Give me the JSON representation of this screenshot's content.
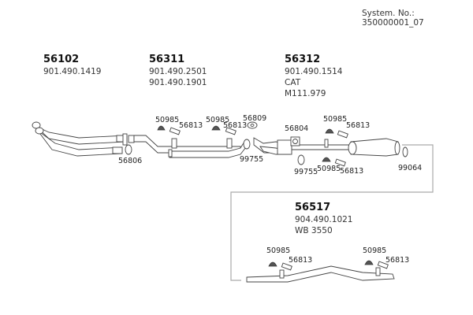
{
  "header": {
    "system_no": "System. No.: 350000001_07"
  },
  "groups": [
    {
      "part_no": "56102",
      "lines": [
        "901.490.1419"
      ]
    },
    {
      "part_no": "56311",
      "lines": [
        "901.490.2501",
        "901.490.1901"
      ]
    },
    {
      "part_no": "56312",
      "lines": [
        "901.490.1514",
        "CAT",
        "M111.979"
      ]
    },
    {
      "part_no": "56517",
      "lines": [
        "904.490.1021",
        "WB 3550"
      ]
    }
  ],
  "labels": {
    "l56806": "56806",
    "l50985_a": "50985",
    "l56813_a": "56813",
    "l50985_b": "50985",
    "l56813_b": "56813",
    "l56809": "56809",
    "l99755_a": "99755",
    "l56804": "56804",
    "l50985_c": "50985",
    "l56813_c": "56813",
    "l99755_b": "99755",
    "l50985_d": "50985",
    "l56813_d": "56813",
    "l99064": "99064",
    "l50985_e": "50985",
    "l56813_e": "56813",
    "l50985_f": "50985",
    "l56813_f": "56813"
  }
}
